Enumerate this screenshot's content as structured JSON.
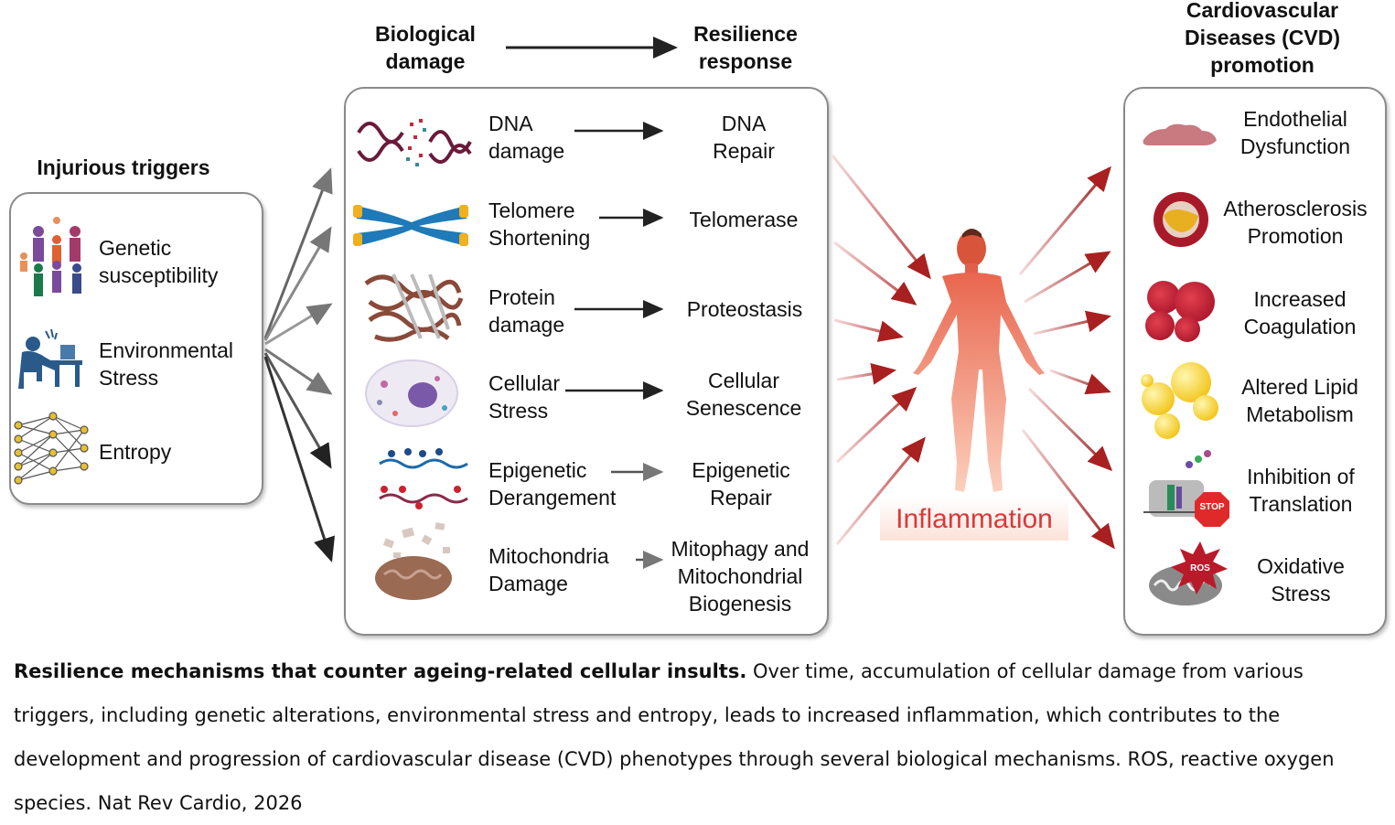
{
  "headers": {
    "injurious": "Injurious  triggers",
    "biological_line1": "Biological",
    "biological_line2": "damage",
    "resilience_line1": "Resilience",
    "resilience_line2": "response",
    "cvd_line1": "Cardiovascular",
    "cvd_line2": "Diseases (CVD)",
    "cvd_line3": "promotion"
  },
  "triggers": [
    {
      "line1": "Genetic",
      "line2": "susceptibility",
      "icon": "family-icon"
    },
    {
      "line1": "Environmental",
      "line2": "Stress",
      "icon": "stressed-worker-icon"
    },
    {
      "line1": "Entropy",
      "line2": "",
      "icon": "network-icon"
    }
  ],
  "damage": [
    {
      "line1": "DNA",
      "line2": "damage",
      "icon": "dna-icon"
    },
    {
      "line1": "Telomere",
      "line2": "Shortening",
      "icon": "chromosome-icon"
    },
    {
      "line1": "Protein",
      "line2": "damage",
      "icon": "protein-icon"
    },
    {
      "line1": "Cellular",
      "line2": "Stress",
      "icon": "cell-icon"
    },
    {
      "line1": "Epigenetic",
      "line2": "Derangement",
      "icon": "epigenetic-icon"
    },
    {
      "line1": "Mitochondria",
      "line2": "Damage",
      "icon": "mitochondria-icon"
    }
  ],
  "responses": [
    {
      "line1": "DNA",
      "line2": "Repair",
      "line3": ""
    },
    {
      "line1": "Telomerase",
      "line2": "",
      "line3": ""
    },
    {
      "line1": "Proteostasis",
      "line2": "",
      "line3": ""
    },
    {
      "line1": "Cellular",
      "line2": "Senescence",
      "line3": ""
    },
    {
      "line1": "Epigenetic",
      "line2": "Repair",
      "line3": ""
    },
    {
      "line1": "Mitophagy and",
      "line2": "Mitochondrial",
      "line3": "Biogenesis"
    }
  ],
  "inflammation": "Inflammation",
  "outcomes": [
    {
      "line1": "Endothelial",
      "line2": "Dysfunction",
      "icon": "endothelium-icon"
    },
    {
      "line1": "Atherosclerosis",
      "line2": "Promotion",
      "icon": "artery-plaque-icon"
    },
    {
      "line1": "Increased",
      "line2": "Coagulation",
      "icon": "red-blood-cells-icon"
    },
    {
      "line1": "Altered Lipid",
      "line2": "Metabolism",
      "icon": "lipid-droplets-icon"
    },
    {
      "line1": "Inhibition of",
      "line2": "Translation",
      "icon": "ribosome-stop-icon",
      "badge": "STOP"
    },
    {
      "line1": "Oxidative",
      "line2": "Stress",
      "icon": "ros-mitochondria-icon",
      "badge": "ROS"
    }
  ],
  "caption": {
    "bold": "Resilience mechanisms that counter ageing-related cellular insults.",
    "text": " Over time, accumulation of cellular damage from various triggers, including genetic alterations, environmental stress and entropy, leads to increased inflammation, which contributes to the development and progression of cardiovascular disease (CVD) phenotypes through several biological mechanisms. ROS, reactive oxygen species. Nat Rev Cardio, 2026"
  },
  "colors": {
    "box_border": "#8a8a8a",
    "inflammation_text": "#d83a3a",
    "body_fill": "#f08a6c",
    "red_arrow": "#a82020"
  }
}
